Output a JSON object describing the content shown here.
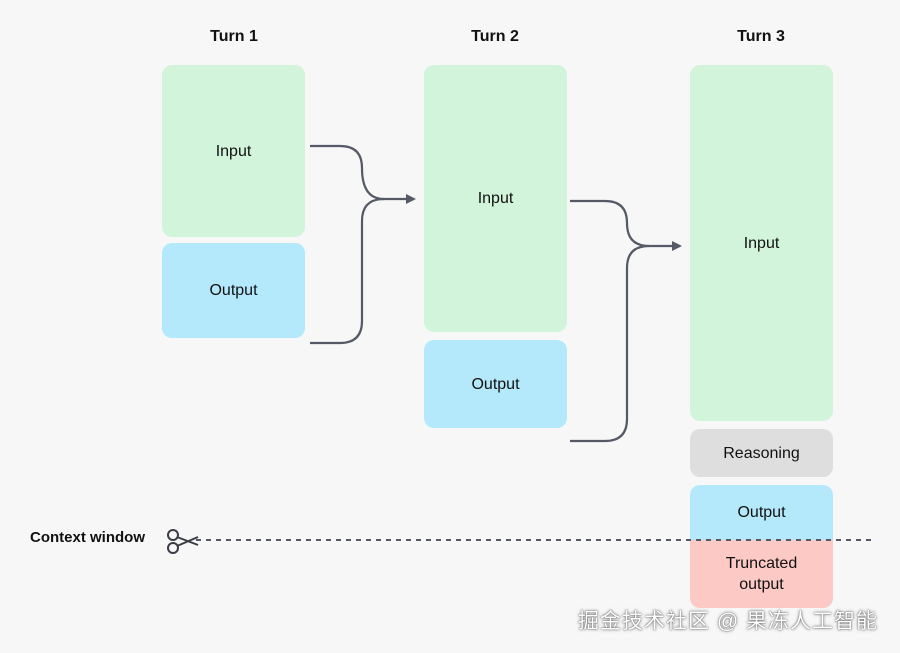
{
  "turns": [
    {
      "title": "Turn 1",
      "blocks": {
        "input": "Input",
        "output": "Output"
      }
    },
    {
      "title": "Turn 2",
      "blocks": {
        "input": "Input",
        "output": "Output"
      }
    },
    {
      "title": "Turn 3",
      "blocks": {
        "input": "Input",
        "reasoning": "Reasoning",
        "output": "Output",
        "truncated": "Truncated output"
      }
    }
  ],
  "context_window": {
    "label": "Context window",
    "icon": "scissors-icon"
  },
  "watermark": "掘金技术社区 @ 果冻人工智能",
  "colors": {
    "input": "#d2f4db",
    "output": "#b3e9fb",
    "reasoning": "#dedede",
    "truncated": "#fcc9c4",
    "connector": "#555a66",
    "background": "#f7f7f8"
  }
}
